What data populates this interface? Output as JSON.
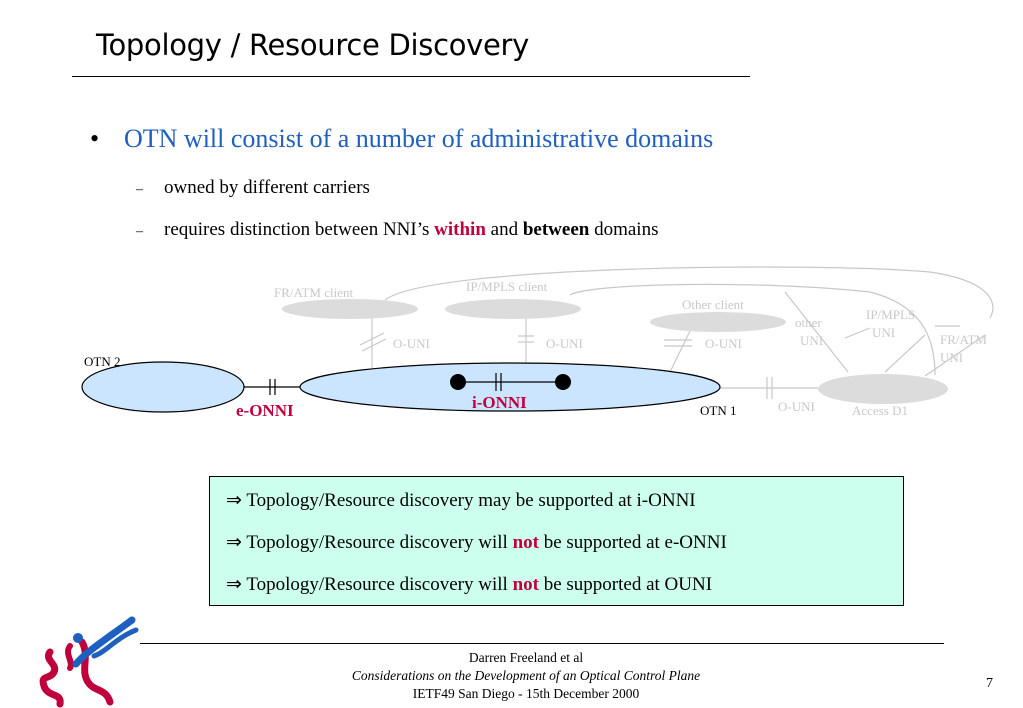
{
  "slide": {
    "title": "Topology / Resource Discovery",
    "bullet": "OTN will consist of a number of administrative domains",
    "sub1": "owned by different carriers",
    "sub2": {
      "pre": "requires distinction between NNI’s ",
      "within": "within",
      "mid": " and ",
      "between": "between",
      "post": " domains"
    },
    "bullet_symbol": "•",
    "dash_symbol": "–"
  },
  "diagram": {
    "otn2": "OTN 2",
    "otn1": "OTN 1",
    "e_onni": "e-ONNI",
    "i_onni": "i-ONNI",
    "fr_atm_client": "FR/ATM client",
    "ip_mpls_client": "IP/MPLS client",
    "other_client": "Other client",
    "o_uni_1": "O-UNI",
    "o_uni_2": "O-UNI",
    "o_uni_3": "O-UNI",
    "o_uni_4": "O-UNI",
    "other_uni": [
      "other",
      "UNI"
    ],
    "ip_mpls_uni": [
      "IP/MPLS",
      "UNI"
    ],
    "fr_atm_uni": [
      "FR/ATM",
      "UNI"
    ],
    "access_d1": "Access D1",
    "colors": {
      "domain_fill": "#cce5ff",
      "client_fill": "#dcdcdc",
      "faded_text": "#c8c8c8",
      "accent_red": "#c0003c",
      "bullet_blue": "#1f5fbf"
    }
  },
  "callout": {
    "arrow": "⇒",
    "line1": "Topology/Resource discovery may be supported at i-ONNI",
    "line2_pre": "Topology/Resource discovery will ",
    "line2_not": "not",
    "line2_post": " be supported at e-ONNI",
    "line3_pre": "Topology/Resource discovery will ",
    "line3_not": "not",
    "line3_post": " be supported at OUNI",
    "background": "#ccffee"
  },
  "footer": {
    "author": "Darren Freeland et al",
    "subtitle": "Considerations on the Development of an Optical Control Plane",
    "event": "IETF49 San Diego - 15th December 2000",
    "page": "7"
  }
}
